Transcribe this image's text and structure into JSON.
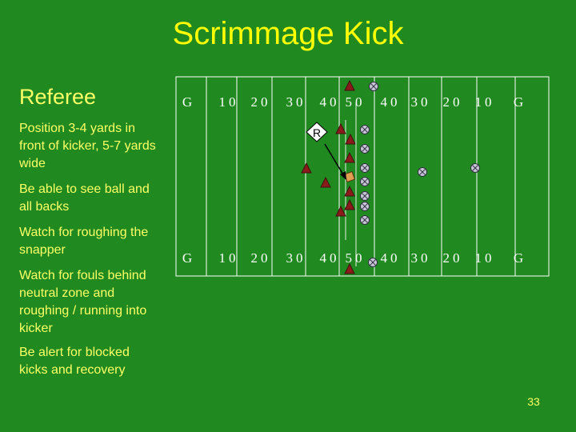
{
  "title": "Scrimmage Kick",
  "heading": "Referee",
  "bullets": [
    "Position 3-4 yards in front of kicker, 5-7 yards wide",
    "Be able to see ball and all backs",
    "Watch for roughing the snapper",
    "Watch for fouls behind neutral zone and roughing / running into kicker",
    "Be alert for blocked kicks and recovery"
  ],
  "yard_markers": [
    "G",
    "10",
    "20",
    "30",
    "40",
    "50",
    "40",
    "30",
    "20",
    "10",
    "G"
  ],
  "referee_label": "R",
  "page_number": "33",
  "colors": {
    "background": "#208a20",
    "text": "#ffff66",
    "title": "#ffff00",
    "kicking_team": "#8b1a1a",
    "receiving_team": "#c8c8d8",
    "field_lines": "#ffffff"
  }
}
